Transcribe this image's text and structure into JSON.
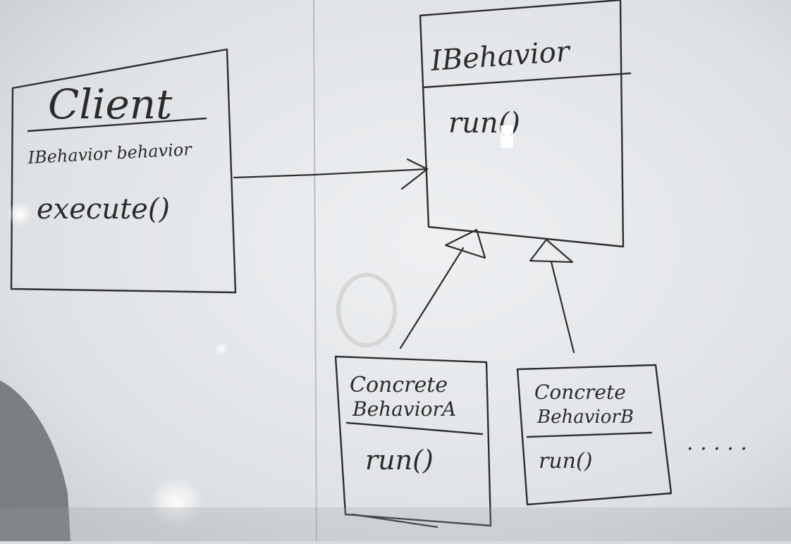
{
  "diagram": {
    "client": {
      "title": "Client",
      "attribute": "IBehavior behavior",
      "method": "execute()"
    },
    "interface": {
      "title": "IBehavior",
      "method": "run()"
    },
    "concrete_a": {
      "title_line1": "Concrete",
      "title_line2": "BehaviorA",
      "method": "run()"
    },
    "concrete_b": {
      "title_line1": "Concrete",
      "title_line2": "BehaviorB",
      "method": "run()"
    },
    "continuation": ". . . . ."
  },
  "colors": {
    "whiteboard": "#e6e9ec",
    "marker": "#2e2e2e",
    "frame": "#c4c7ca"
  }
}
